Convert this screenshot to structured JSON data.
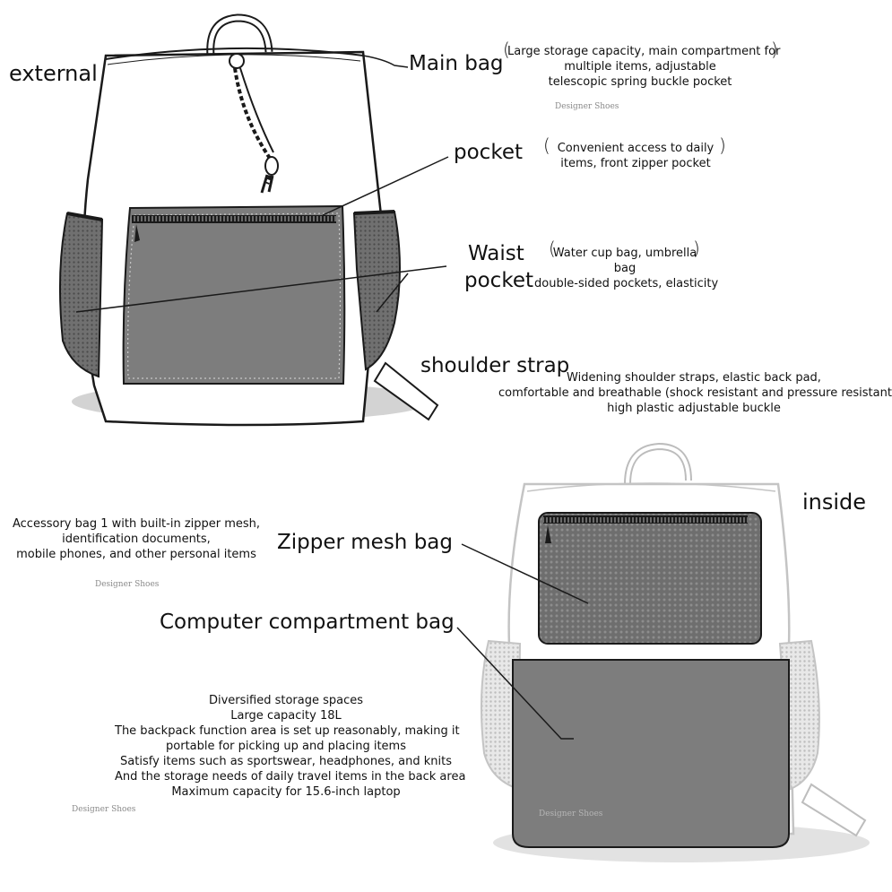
{
  "colors": {
    "fabric": "#7e7e7e",
    "mesh": "#6f6f6f",
    "outline": "#1a1a1a",
    "shadow": "#cfcfcf"
  },
  "headings": {
    "external": "external",
    "inside": "inside"
  },
  "callouts": {
    "main_bag": {
      "title": "Main bag",
      "lines": [
        "Large storage capacity, main compartment for",
        "multiple items, adjustable",
        "telescopic spring buckle pocket"
      ]
    },
    "pocket": {
      "title": "pocket",
      "lines": [
        "Convenient access to daily",
        "items, front zipper pocket"
      ]
    },
    "waist_pocket": {
      "title_lines": [
        "Waist",
        "pocket"
      ],
      "lines": [
        "Water cup bag, umbrella",
        "bag",
        "double-sided pockets, elasticity"
      ]
    },
    "shoulder_strap": {
      "title": "shoulder strap",
      "lines": [
        "Widening shoulder straps, elastic back pad,",
        "comfortable and breathable (shock resistant and pressure resistant),",
        "high plastic adjustable buckle"
      ]
    },
    "zipper_mesh_bag": {
      "title": "Zipper mesh bag",
      "lines": [
        "Accessory bag 1 with built-in zipper mesh,",
        "identification documents,",
        "mobile phones, and other personal items"
      ]
    },
    "computer_bag": {
      "title": "Computer compartment bag",
      "lines": [
        "Diversified storage spaces",
        "Large capacity 18L",
        "The backpack function area is set up reasonably, making it",
        "portable for picking up and placing items",
        "Satisfy items such as sportswear, headphones, and knits",
        "And the storage needs of daily travel items in the back area",
        "Maximum capacity for 15.6-inch laptop"
      ]
    }
  },
  "watermarks": [
    "Designer Shoes",
    "Designer Shoes",
    "Designer Shoes",
    "Designer Shoes"
  ]
}
